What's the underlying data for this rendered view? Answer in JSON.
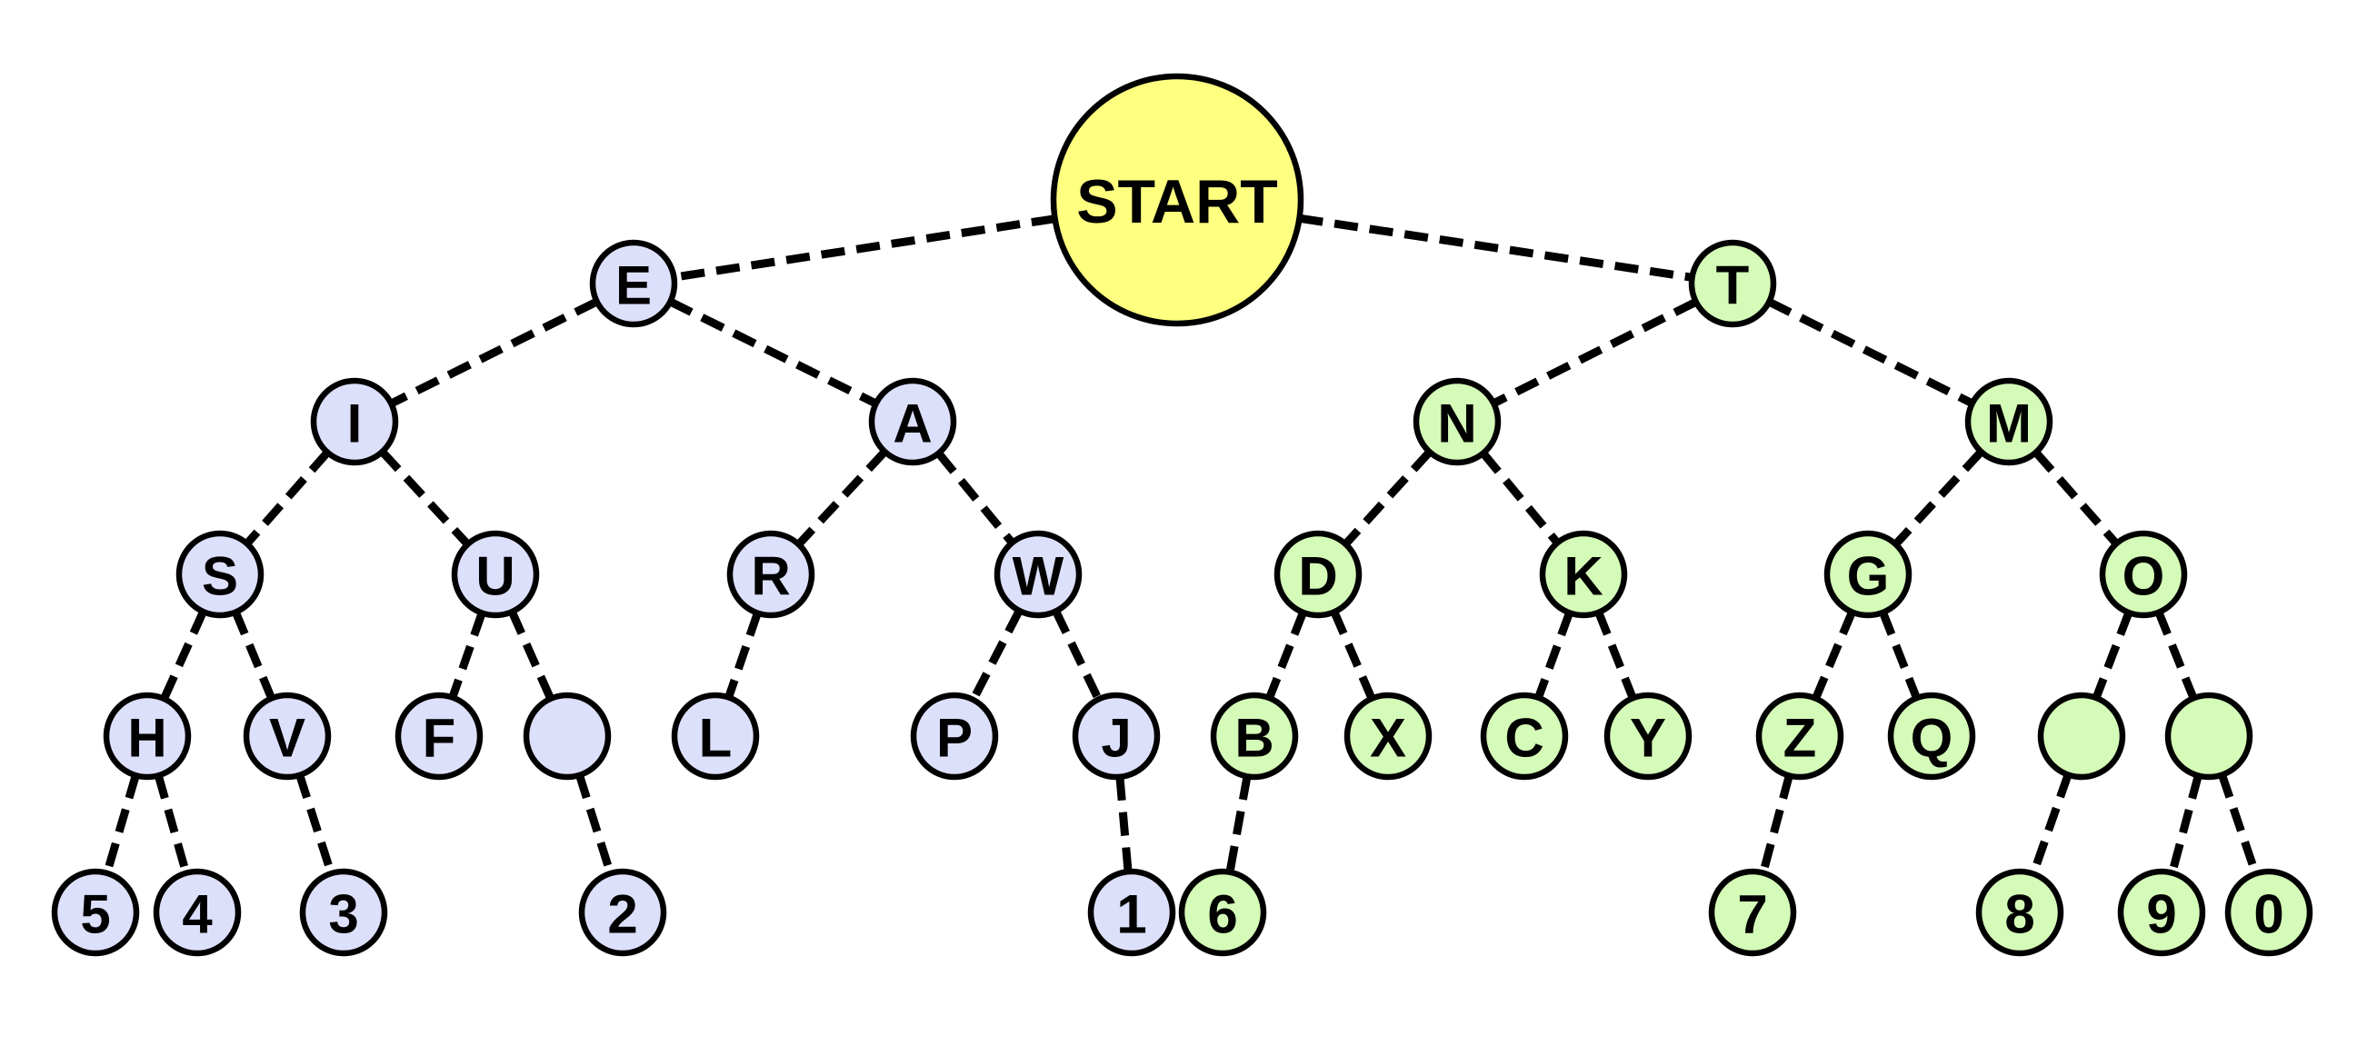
{
  "colors": {
    "start": "#ffff80",
    "dot_branch": "#dde0fb",
    "dash_branch": "#d5fbb8",
    "edge": "#000000"
  },
  "nodes": [
    {
      "id": "start",
      "label": "START",
      "group": "start"
    },
    {
      "id": "E",
      "label": "E",
      "group": "dot_branch"
    },
    {
      "id": "T",
      "label": "T",
      "group": "dash_branch"
    },
    {
      "id": "I",
      "label": "I",
      "group": "dot_branch"
    },
    {
      "id": "A",
      "label": "A",
      "group": "dot_branch"
    },
    {
      "id": "N",
      "label": "N",
      "group": "dash_branch"
    },
    {
      "id": "M",
      "label": "M",
      "group": "dash_branch"
    },
    {
      "id": "S",
      "label": "S",
      "group": "dot_branch"
    },
    {
      "id": "U",
      "label": "U",
      "group": "dot_branch"
    },
    {
      "id": "R",
      "label": "R",
      "group": "dot_branch"
    },
    {
      "id": "W",
      "label": "W",
      "group": "dot_branch"
    },
    {
      "id": "D",
      "label": "D",
      "group": "dash_branch"
    },
    {
      "id": "K",
      "label": "K",
      "group": "dash_branch"
    },
    {
      "id": "G",
      "label": "G",
      "group": "dash_branch"
    },
    {
      "id": "O",
      "label": "O",
      "group": "dash_branch"
    },
    {
      "id": "H",
      "label": "H",
      "group": "dot_branch"
    },
    {
      "id": "V",
      "label": "V",
      "group": "dot_branch"
    },
    {
      "id": "F",
      "label": "F",
      "group": "dot_branch"
    },
    {
      "id": "blank-u",
      "label": "",
      "group": "dot_branch"
    },
    {
      "id": "L",
      "label": "L",
      "group": "dot_branch"
    },
    {
      "id": "P",
      "label": "P",
      "group": "dot_branch"
    },
    {
      "id": "J",
      "label": "J",
      "group": "dot_branch"
    },
    {
      "id": "B",
      "label": "B",
      "group": "dash_branch"
    },
    {
      "id": "X",
      "label": "X",
      "group": "dash_branch"
    },
    {
      "id": "C",
      "label": "C",
      "group": "dash_branch"
    },
    {
      "id": "Y",
      "label": "Y",
      "group": "dash_branch"
    },
    {
      "id": "Z",
      "label": "Z",
      "group": "dash_branch"
    },
    {
      "id": "Q",
      "label": "Q",
      "group": "dash_branch"
    },
    {
      "id": "blank-o1",
      "label": "",
      "group": "dash_branch"
    },
    {
      "id": "blank-o2",
      "label": "",
      "group": "dash_branch"
    },
    {
      "id": "n5",
      "label": "5",
      "group": "dot_branch"
    },
    {
      "id": "n4",
      "label": "4",
      "group": "dot_branch"
    },
    {
      "id": "n3",
      "label": "3",
      "group": "dot_branch"
    },
    {
      "id": "n2",
      "label": "2",
      "group": "dot_branch"
    },
    {
      "id": "n1",
      "label": "1",
      "group": "dot_branch"
    },
    {
      "id": "n6",
      "label": "6",
      "group": "dash_branch"
    },
    {
      "id": "n7",
      "label": "7",
      "group": "dash_branch"
    },
    {
      "id": "n8",
      "label": "8",
      "group": "dash_branch"
    },
    {
      "id": "n9",
      "label": "9",
      "group": "dash_branch"
    },
    {
      "id": "n0",
      "label": "0",
      "group": "dash_branch"
    }
  ],
  "edges": [
    [
      "start",
      "E"
    ],
    [
      "start",
      "T"
    ],
    [
      "E",
      "I"
    ],
    [
      "E",
      "A"
    ],
    [
      "T",
      "N"
    ],
    [
      "T",
      "M"
    ],
    [
      "I",
      "S"
    ],
    [
      "I",
      "U"
    ],
    [
      "A",
      "R"
    ],
    [
      "A",
      "W"
    ],
    [
      "N",
      "D"
    ],
    [
      "N",
      "K"
    ],
    [
      "M",
      "G"
    ],
    [
      "M",
      "O"
    ],
    [
      "S",
      "H"
    ],
    [
      "S",
      "V"
    ],
    [
      "U",
      "F"
    ],
    [
      "U",
      "blank-u"
    ],
    [
      "R",
      "L"
    ],
    [
      "W",
      "P"
    ],
    [
      "W",
      "J"
    ],
    [
      "D",
      "B"
    ],
    [
      "D",
      "X"
    ],
    [
      "K",
      "C"
    ],
    [
      "K",
      "Y"
    ],
    [
      "G",
      "Z"
    ],
    [
      "G",
      "Q"
    ],
    [
      "O",
      "blank-o1"
    ],
    [
      "O",
      "blank-o2"
    ],
    [
      "H",
      "n5"
    ],
    [
      "H",
      "n4"
    ],
    [
      "V",
      "n3"
    ],
    [
      "blank-u",
      "n2"
    ],
    [
      "J",
      "n1"
    ],
    [
      "B",
      "n6"
    ],
    [
      "Z",
      "n7"
    ],
    [
      "blank-o1",
      "n8"
    ],
    [
      "blank-o2",
      "n9"
    ],
    [
      "blank-o2",
      "n0"
    ]
  ]
}
